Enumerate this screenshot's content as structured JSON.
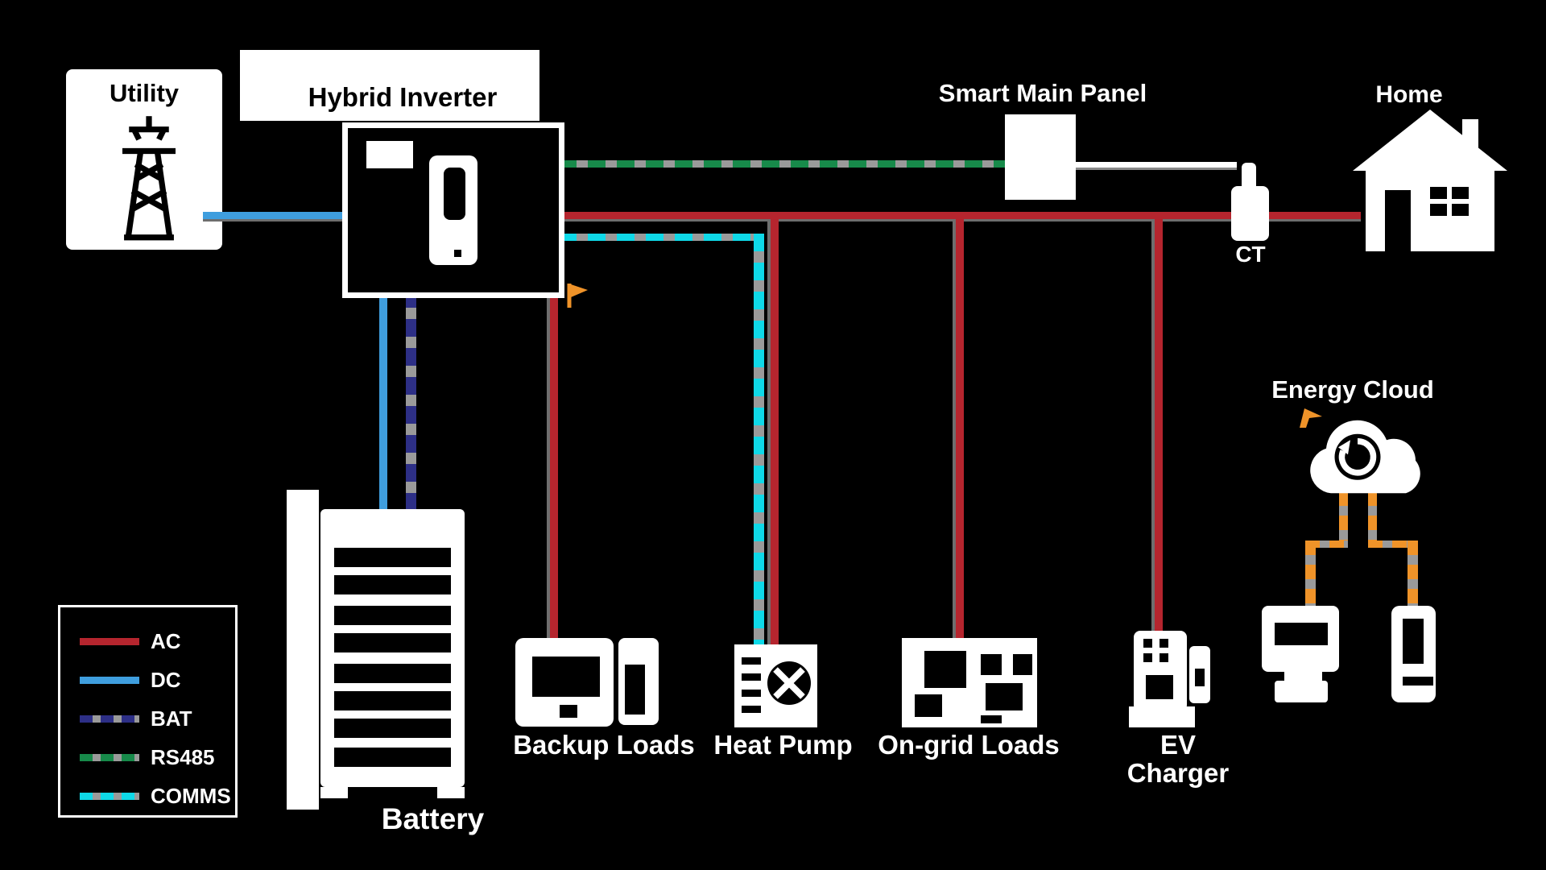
{
  "nodes": {
    "utility": {
      "label": "Utility"
    },
    "inverter": {
      "title": "Hybrid Inverter"
    },
    "main_panel": {
      "label": "Smart Main Panel"
    },
    "home": {
      "label": "Home"
    },
    "ct": {
      "label": "CT"
    },
    "cloud": {
      "label": "Energy Cloud"
    },
    "battery": {
      "label": "Battery"
    },
    "loads": [
      {
        "label": "Backup Loads"
      },
      {
        "label": "Heat Pump"
      },
      {
        "label": "On-grid Loads"
      },
      {
        "label": "EV Charger"
      }
    ]
  },
  "legend": {
    "items": [
      {
        "label": "AC",
        "color": "#b5252e",
        "style": "solid"
      },
      {
        "label": "DC",
        "color": "#3f9ede",
        "style": "solid"
      },
      {
        "label": "BAT",
        "color": "#2d2f86",
        "style": "dashed"
      },
      {
        "label": "RS485",
        "color": "#178a4a",
        "style": "dashed"
      },
      {
        "label": "COMMS",
        "color": "#0fd9e8",
        "style": "dashed"
      }
    ]
  },
  "colors": {
    "background": "#000000",
    "foreground": "#ffffff",
    "ac_line": "#b5252e",
    "dc_line": "#3f9ede",
    "bat_line": "#2d2f86",
    "rs485_line": "#178a4a",
    "comm_line": "#0fd9e8",
    "wireless_line": "#ef9329",
    "line_base_grey": "#9a9a9a"
  }
}
